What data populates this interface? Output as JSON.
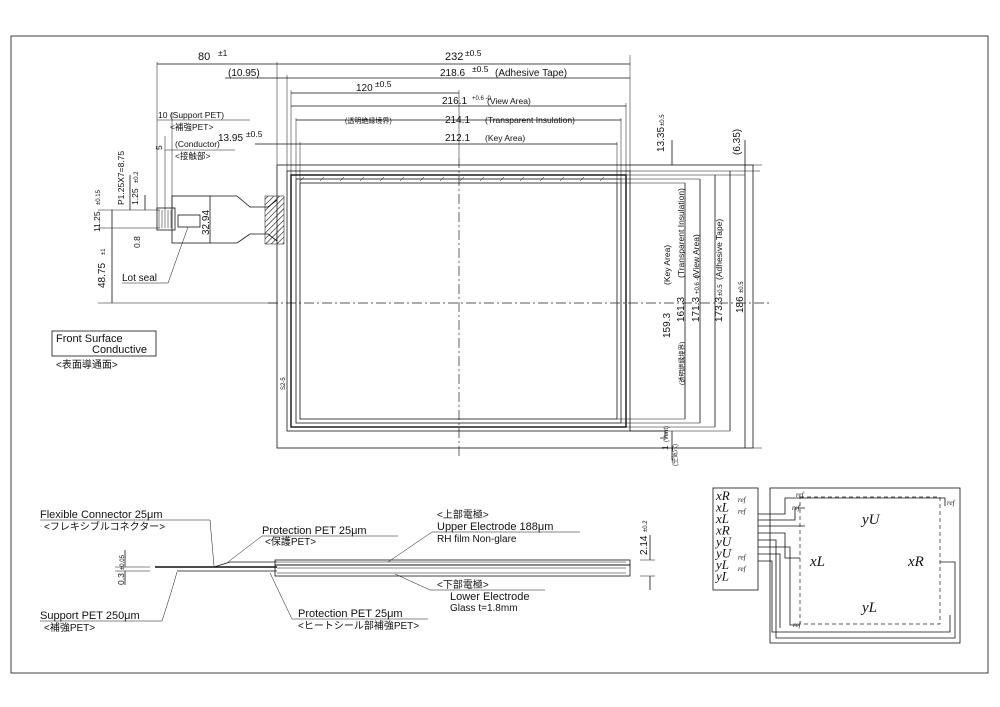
{
  "top_view": {
    "dims_h": {
      "d80": "80",
      "d80_tol": "±1",
      "d232": "232",
      "d232_tol": "±0.5",
      "d1095": "(10.95)",
      "d2186": "218.6",
      "d2186_tol": "±0.5",
      "d2186_note": "(Adhesive Tape)",
      "d120": "120",
      "d120_tol": "±0.5",
      "d2161": "216.1",
      "d2161_tol": "+0.6 -0",
      "d2161_note": "(View Area)",
      "d2141_jp": "(透明絶縁境界)",
      "d2141": "214.1",
      "d2141_note": "(Transparent Insulation)",
      "d1395": "13.95",
      "d1395_tol": "±0.5",
      "d2121": "212.1",
      "d2121_note": "(Key Area)"
    },
    "tail": {
      "support_pet": "10 (Support PET)",
      "support_pet_jp": "<補強PET>",
      "d5": "5",
      "conductor": "(Conductor)",
      "conductor_jp": "<接触部>",
      "pitch": "P1.25X7=8.75",
      "d125": "1.25",
      "d125_tol": "±0.2",
      "d1125": "11.25",
      "d1125_tol": "±0.15",
      "d08": "0.8",
      "d3294": "32.94",
      "d4875": "48.75",
      "d4875_tol": "±1",
      "lot_seal": "Lot seal"
    },
    "dims_v": {
      "d1335": "13.35",
      "d1335_tol": "±0.5",
      "d635": "(6.35)",
      "d1593": "159.3",
      "key_area": "(Key Area)",
      "d1613": "161.3",
      "trans_ins": "(Transparent Insulation)",
      "trans_ins_jp": "(透明絶縁境界)",
      "d1713": "171.3",
      "d1713_tol": "+0.6 -0",
      "view_area": "(View Area)",
      "d1733": "173.3",
      "d1733_tol": "±0.5",
      "adhesive": "(Adhesive Tape)",
      "d186": "186",
      "d186_tol": "±0.5",
      "d1": "1",
      "vent": "(Vent)",
      "vent_jp": "(空気穴)"
    },
    "part_mark": "S2-5"
  },
  "front_label": {
    "line1": "Front Surface",
    "line2": "Conductive",
    "jp": "<表面導通面>"
  },
  "section": {
    "flex_connector": "Flexible Connector 25μm",
    "flex_connector_jp": "<フレキシブルコネクター>",
    "protection_pet_top": "Protection PET 25μm",
    "protection_pet_top_jp": "<保護PET>",
    "upper_electrode_jp": "<上部電極>",
    "upper_electrode": "Upper Electrode 188μm",
    "rh_film": "RH film  Non-glare",
    "d214": "2.14",
    "d214_tol": "±0.2",
    "d03": "0.3",
    "d03_tol": "±0.05",
    "lower_electrode_jp": "<下部電極>",
    "lower_electrode": "Lower Electrode",
    "glass": "Glass t=1.8mm",
    "support_pet": "Support PET 250μm",
    "support_pet_jp": "<補強PET>",
    "protection_pet_bottom": "Protection PET 25μm",
    "protection_pet_bottom_jp": "<ヒートシール部補強PET>"
  },
  "wiring": {
    "pins": [
      {
        "main": "xR",
        "sub": "ref"
      },
      {
        "main": "xL",
        "sub": "ref"
      },
      {
        "main": "xL",
        "sub": ""
      },
      {
        "main": "xR",
        "sub": ""
      },
      {
        "main": "yU",
        "sub": ""
      },
      {
        "main": "yU",
        "sub": "ref"
      },
      {
        "main": "yL",
        "sub": "ref"
      },
      {
        "main": "yL",
        "sub": ""
      }
    ],
    "label_yU": "yU",
    "label_yL": "yL",
    "label_xL": "xL",
    "label_xR": "xR",
    "ref": "ref"
  }
}
